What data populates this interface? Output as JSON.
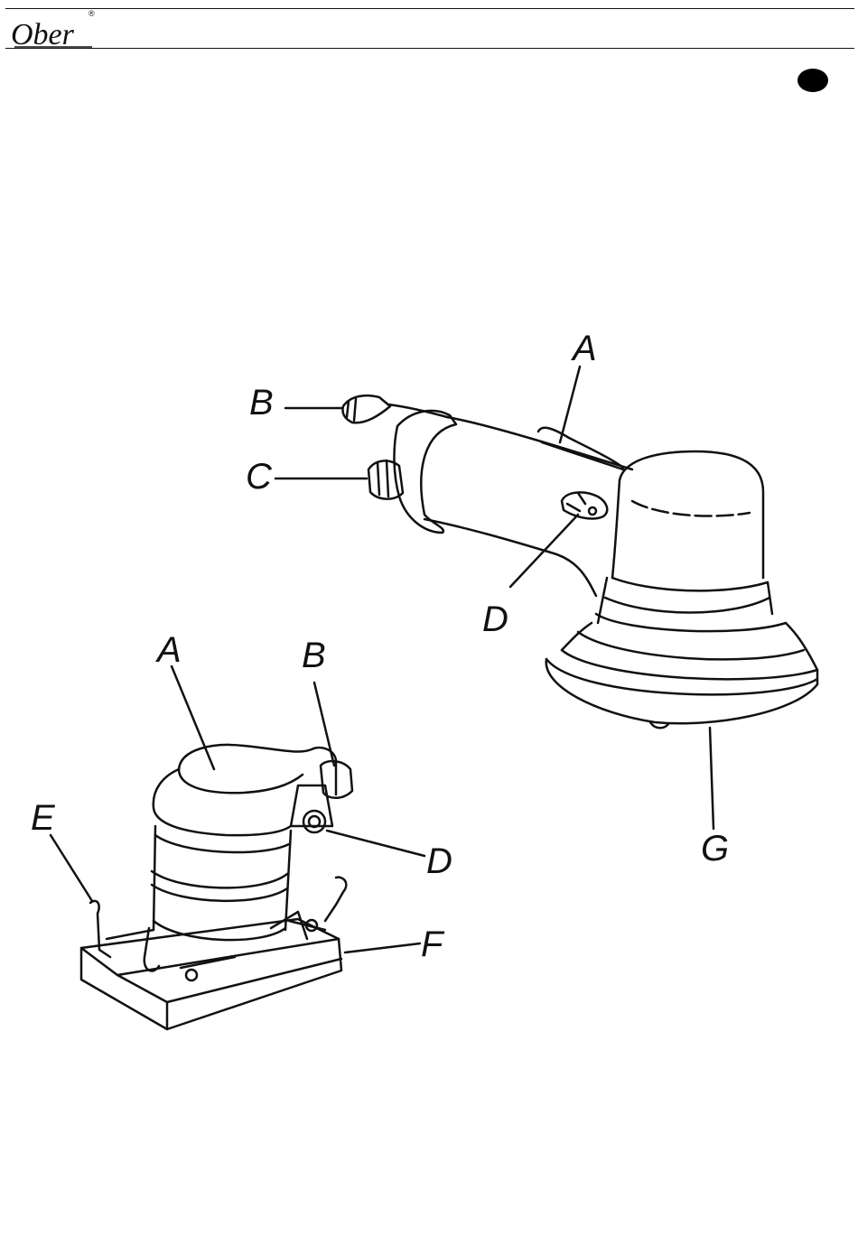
{
  "header": {
    "brand": "Ober",
    "registered": "®"
  },
  "figure_top": {
    "labels": [
      "A",
      "B",
      "C",
      "D",
      "G"
    ]
  },
  "figure_bottom": {
    "labels": [
      "A",
      "B",
      "D",
      "E",
      "F"
    ]
  },
  "language_marker": {
    "color": "#000000"
  }
}
